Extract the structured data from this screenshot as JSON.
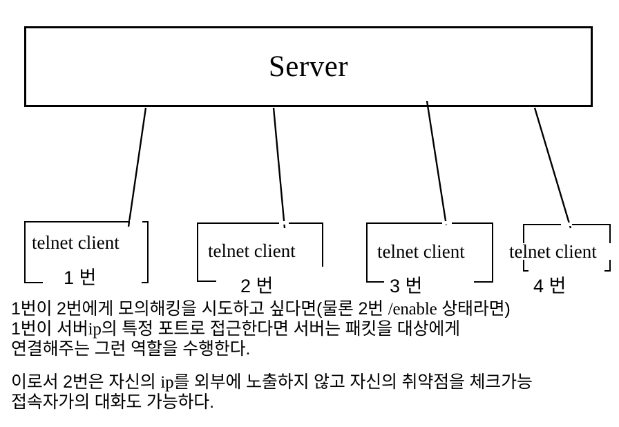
{
  "diagram": {
    "server": {
      "label": "Server"
    },
    "clients": [
      {
        "title": "telnet client",
        "number": "1 번"
      },
      {
        "title": "telnet client",
        "number": "2 번"
      },
      {
        "title": "telnet client",
        "number": "3 번"
      },
      {
        "title": "telnet client",
        "number": "4 번"
      }
    ],
    "connector_color": "#000000",
    "line_color": "#000000"
  },
  "notes": {
    "line1_a": "1번이 2번에게 모의해킹을 시도하고 싶다면(물론 2번 ",
    "line1_b": "/enable",
    "line1_c": " 상태라면)",
    "line2_a": "1번이 서버",
    "line2_b": "ip",
    "line2_c": "의 특정 포트로 접근한다면 서버는 패킷을 대상에게",
    "line3": "연결해주는 그런 역할을 수행한다.",
    "line4_a": "이로서 2번은 자신의 ",
    "line4_b": "ip",
    "line4_c": "를 외부에 노출하지 않고 자신의 취약점을 체크가능",
    "line5": "접속자가의 대화도 가능하다."
  }
}
